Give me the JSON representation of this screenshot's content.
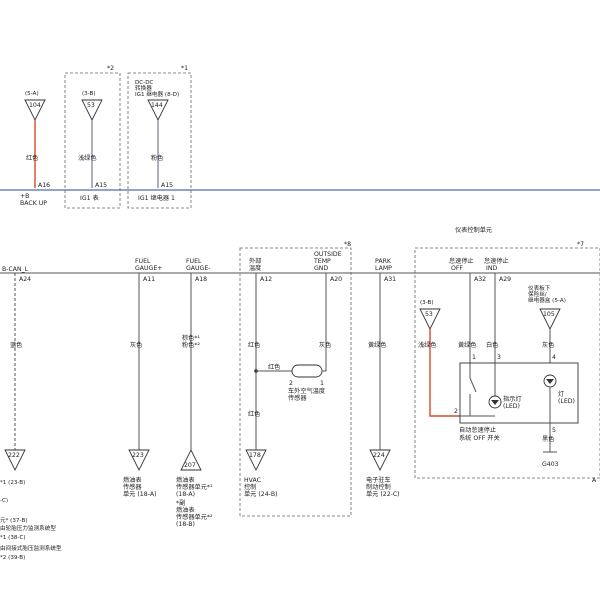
{
  "colors": {
    "red_wire": "#d64a2a",
    "blue_wire": "#4a6fb0",
    "gray_wire": "#8b8fa6",
    "line": "#555555"
  },
  "top_connectors": [
    {
      "code": "(5-A)",
      "pin": "104",
      "wire": "红色",
      "term": "A16",
      "label_1": "+B",
      "label_2": "BACK UP"
    },
    {
      "code": "(3-B)",
      "pin": "53",
      "wire": "浅绿色",
      "term": "A15",
      "label_1": "IG1 表",
      "label_2": ""
    },
    {
      "code_1": "DC-DC",
      "code_2": "转换器",
      "code_3": "IG1 继电器 (8-D)",
      "pin": "144",
      "wire": "粉色",
      "term": "A15",
      "label_1": "IG1 继电器 1",
      "label_2": ""
    }
  ],
  "notes": {
    "n2": "*2",
    "n1": "*1",
    "n8": "*8",
    "n7": "*7"
  },
  "unit_title": "仪表控制单元",
  "mid_pins": {
    "bcan": {
      "label": "B-CAN_L",
      "pin": "A24"
    },
    "fuel_plus": {
      "label_1": "FUEL",
      "label_2": "GAUGE+",
      "pin": "A11"
    },
    "fuel_minus": {
      "label_1": "FUEL",
      "label_2": "GAUGE-",
      "pin": "A18"
    },
    "outside_temp": {
      "label_1": "外部",
      "label_2": "温度",
      "pin": "A12"
    },
    "outside_gnd": {
      "label_1": "OUTSIDE",
      "label_2": "TEMP",
      "label_3": "GND",
      "pin": "A20"
    },
    "park_lamp": {
      "label_1": "PARK",
      "label_2": "LAMP",
      "pin": "A31"
    },
    "idle_off": {
      "label_1": "怠速停止",
      "label_2": "OFF",
      "pin": "A32"
    },
    "idle_ind": {
      "label_1": "怠速停止",
      "label_2": "IND",
      "pin": "A29"
    }
  },
  "wires": {
    "bcan": "蓝色",
    "fuel_plus": "灰色",
    "fuel_minus_1": "棕色*¹",
    "fuel_minus_2": "粉色*²",
    "temp_a": "红色",
    "temp_b": "红色",
    "temp_c": "红色",
    "temp_gnd": "灰色",
    "park": "黄绿色",
    "switch_green": "浅绿色",
    "idle_off": "黄绿色",
    "idle_ind": "白色",
    "lamp": "灰色",
    "ground": "黑色"
  },
  "sensor": {
    "label_1": "车外空气温度",
    "label_2": "传感器",
    "pin_a": "2",
    "pin_b": "1"
  },
  "switch_unit": {
    "indicator_1": "指示灯",
    "indicator_2": "(LED)",
    "lamp_1": "灯",
    "lamp_2": "(LED)",
    "name_1": "自动怠速停止",
    "name_2": "系统 OFF 开关",
    "p1": "1",
    "p2": "2",
    "p3": "3",
    "p4": "4",
    "p5": "5"
  },
  "dash_conn": {
    "label_1": "仪表板下",
    "label_2": "保险丝/",
    "label_3": "继电器盒 (5-A)",
    "pin": "105"
  },
  "ground": "G403",
  "bottom_tris": [
    {
      "pin": "222",
      "lines": [
        "*1 (23-B)",
        "-C)",
        "元* (37-B)",
        "由轮胎压力监测系统型",
        "*1 (38-C)",
        "由间接式胎压监测系统型",
        "*2 (39-B)"
      ]
    },
    {
      "pin": "223",
      "lines": [
        "燃油表",
        "传感器",
        "单元 (18-A)"
      ]
    },
    {
      "pin": "207",
      "lines": [
        "燃油表",
        "传感器单元*¹",
        "(18-A)",
        "*副",
        "燃油表",
        "传感器单元*²",
        "(18-B)"
      ]
    },
    {
      "pin": "178",
      "lines": [
        "HVAC",
        "控制",
        "单元 (24-B)"
      ]
    },
    {
      "pin": "224",
      "lines": [
        "电子驻车",
        "制动控制",
        "单元 (22-C)"
      ]
    }
  ],
  "misc": {
    "plus_a": "A"
  }
}
